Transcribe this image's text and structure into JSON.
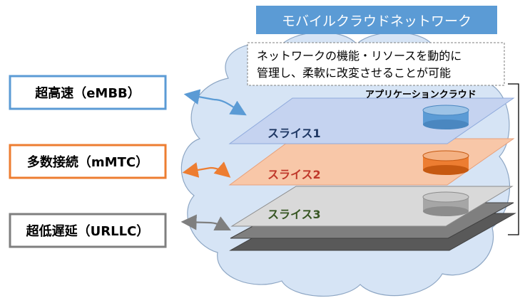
{
  "title": "モバイルクラウドネットワーク",
  "note_lines": [
    "ネットワークの機能・リソースを動的に",
    "管理し、柔軟に改変させることが可能"
  ],
  "app_cloud_label": "アプリケーションクラウド",
  "services": [
    {
      "label": "超高速（eMBB）",
      "color": "#5b9bd5"
    },
    {
      "label": "多数接続（mMTC）",
      "color": "#ed7d31"
    },
    {
      "label": "超低遅延（URLLC）",
      "color": "#7f7f7f"
    }
  ],
  "slices": [
    {
      "label": "スライス1",
      "label_color": "#1f3864",
      "fill": "#c5d3f0",
      "cylinder_color": "#5b9bd5"
    },
    {
      "label": "スライス2",
      "label_color": "#c0392b",
      "fill": "#f8c7a8",
      "cylinder_color": "#ed7d31"
    },
    {
      "label": "スライス3",
      "label_color": "#375623",
      "fill": "#d9d9d9",
      "cylinder_color": "#a6a6a6"
    }
  ],
  "colors": {
    "cloud_fill": "#d6e4f5",
    "cloud_stroke": "#8da6c4",
    "title_bg": "#5b9bd5",
    "title_text": "#ffffff"
  }
}
